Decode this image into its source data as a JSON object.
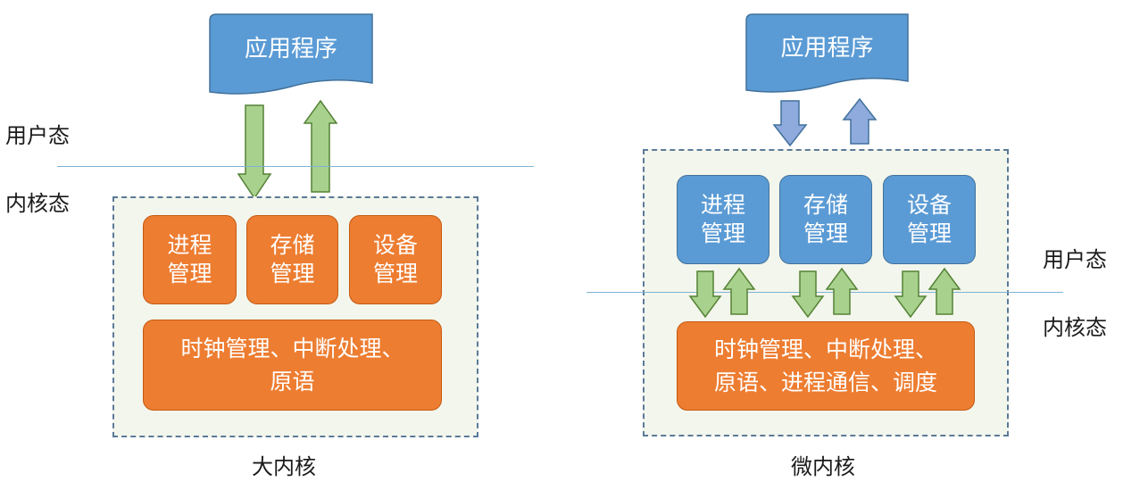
{
  "colors": {
    "app_blue": "#5b9bd5",
    "orange": "#ed7d31",
    "green_arrow": "#a9d18e",
    "blue_arrow": "#8faadc",
    "panel_fill": "#f3f6ec"
  },
  "left": {
    "app": "应用程序",
    "user_mode": "用户态",
    "kernel_mode": "内核态",
    "modules": [
      {
        "line1": "进程",
        "line2": "管理"
      },
      {
        "line1": "存储",
        "line2": "管理"
      },
      {
        "line1": "设备",
        "line2": "管理"
      }
    ],
    "core_line1": "时钟管理、中断处理、",
    "core_line2": "原语",
    "caption": "大内核"
  },
  "right": {
    "app": "应用程序",
    "user_mode": "用户态",
    "kernel_mode": "内核态",
    "modules": [
      {
        "line1": "进程",
        "line2": "管理"
      },
      {
        "line1": "存储",
        "line2": "管理"
      },
      {
        "line1": "设备",
        "line2": "管理"
      }
    ],
    "core_line1": "时钟管理、中断处理、",
    "core_line2": "原语、进程通信、调度",
    "caption": "微内核"
  }
}
